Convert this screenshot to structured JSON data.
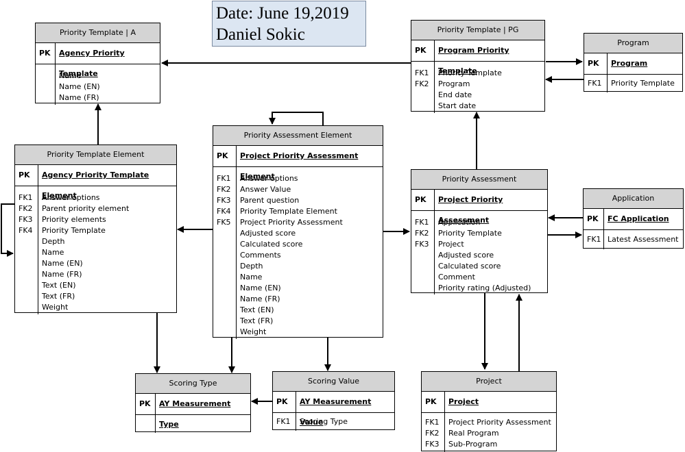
{
  "note": {
    "date": "Date: June 19,2019",
    "author": "Daniel Sokic"
  },
  "entities": {
    "priority_template_a": {
      "title": "Priority Template | A",
      "pk_key": "PK",
      "pk_field": "Agency Priority Template",
      "keys": [],
      "attrs": [
        "Name",
        "Name (EN)",
        "Name (FR)"
      ]
    },
    "priority_template_pg": {
      "title": "Priority Template | PG",
      "pk_key": "PK",
      "pk_field": "Program Priority Template",
      "keys": [
        "FK1",
        "FK2"
      ],
      "attrs": [
        "Priority Template",
        "Program",
        "End date",
        "Start date"
      ]
    },
    "program": {
      "title": "Program",
      "pk_key": "PK",
      "pk_field": "Program",
      "keys": [
        "FK1"
      ],
      "attrs": [
        "Priority Template"
      ]
    },
    "priority_template_element": {
      "title": "Priority Template Element",
      "pk_key": "PK",
      "pk_field": "Agency Priority Template Element",
      "keys": [
        "FK1",
        "FK2",
        "FK3",
        "FK4"
      ],
      "attrs": [
        "Answer options",
        "Parent priority element",
        "Priority elements",
        "Priority Template",
        "Depth",
        "Name",
        "Name (EN)",
        "Name (FR)",
        "Text (EN)",
        "Text (FR)",
        "Weight"
      ]
    },
    "priority_assessment_element": {
      "title": "Priority Assessment Element",
      "pk_key": "PK",
      "pk_field": "Project Priority Assessment Element",
      "keys": [
        "FK1",
        "FK2",
        "FK3",
        "FK4",
        "FK5"
      ],
      "attrs": [
        "Answer options",
        "Answer Value",
        "Parent question",
        "Priority Template Element",
        "Project Priority Assessment",
        "Adjusted score",
        "Calculated score",
        "Comments",
        "Depth",
        "Name",
        "Name (EN)",
        "Name (FR)",
        "Text (EN)",
        "Text (FR)",
        "Weight"
      ]
    },
    "priority_assessment": {
      "title": "Priority Assessment",
      "pk_key": "PK",
      "pk_field": "Project Priority Assessment",
      "keys": [
        "FK1",
        "FK2",
        "FK3"
      ],
      "attrs": [
        "Application",
        "Priority Template",
        "Project",
        "Adjusted score",
        "Calculated score",
        "Comment",
        "Priority rating (Adjusted)"
      ]
    },
    "application": {
      "title": "Application",
      "pk_key": "PK",
      "pk_field": "FC Application",
      "keys": [
        "FK1"
      ],
      "attrs": [
        "Latest Assessment"
      ]
    },
    "scoring_type": {
      "title": "Scoring Type",
      "pk_key": "PK",
      "pk_field": "AY Measurement Type",
      "keys": [],
      "attrs": []
    },
    "scoring_value": {
      "title": "Scoring Value",
      "pk_key": "PK",
      "pk_field": "AY Measurement Value",
      "keys": [
        "FK1"
      ],
      "attrs": [
        "Scoring Type"
      ]
    },
    "project": {
      "title": "Project",
      "pk_key": "PK",
      "pk_field": "Project",
      "keys": [
        "FK1",
        "FK2",
        "FK3"
      ],
      "attrs": [
        "Project Priority Assessment",
        "Real Program",
        "Sub-Program"
      ]
    }
  }
}
